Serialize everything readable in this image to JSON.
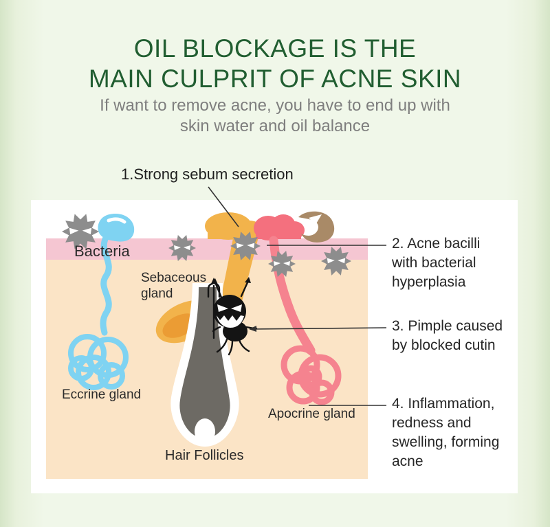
{
  "header": {
    "title": [
      "OIL BLOCKAGE IS THE",
      "MAIN CULPRIT OF ACNE SKIN"
    ],
    "subtitle": [
      "If want to remove acne, you have to end up with",
      "skin water and oil balance"
    ]
  },
  "annotations": {
    "a1": "1.Strong sebum secretion",
    "a2": [
      "2. Acne bacilli",
      "with bacterial",
      "hyperplasia"
    ],
    "a3": [
      "3. Pimple caused",
      "by blocked cutin"
    ],
    "a4": [
      "4. Inflammation,",
      "redness and",
      "swelling, forming",
      "acne"
    ]
  },
  "diagram_labels": {
    "bacteria": "Bacteria",
    "sebaceous": [
      "Sebaceous",
      "gland"
    ],
    "eccrine": "Eccrine gland",
    "apocrine": "Apocrine gland",
    "hair_follicles": "Hair Follicles"
  },
  "colors": {
    "background_edge": "#d5e5c7",
    "background_center": "#f0f7e9",
    "title_green": "#215e31",
    "subtitle_gray": "#7e7e7e",
    "text_dark": "#1f1f1f",
    "panel_white": "#ffffff",
    "skin_band_pink": "#f5c6d2",
    "dermis_peach": "#fbe4c6",
    "sweat_blue": "#7fd3f2",
    "sebum_yellow": "#f2b34b",
    "sebum_orange": "#eb9c34",
    "inflammation_red": "#f4707e",
    "apocrine_pink": "#f5838f",
    "comedone_brown": "#a98a67",
    "bacteria_gray": "#8d8d8d",
    "follicle_gray": "#6d6a64",
    "devil_black": "#141414",
    "line_black": "#333333"
  }
}
